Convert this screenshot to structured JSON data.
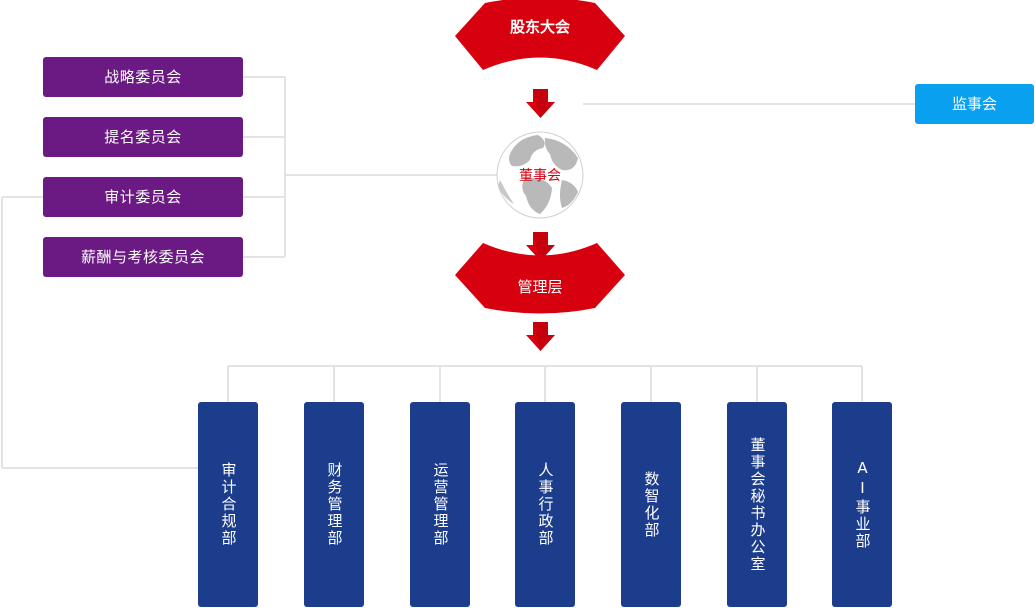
{
  "colors": {
    "committee_bg": "#6a1a82",
    "dept_bg": "#1c3c8c",
    "supervisor_bg": "#0aa0f0",
    "banner_red": "#d7000f",
    "arrow_red": "#d7000f",
    "connector": "#e3e3e3",
    "globe_gray": "#b9b9b9",
    "board_text": "#d7000f"
  },
  "top_banner": {
    "label": "股东大会"
  },
  "board": {
    "label": "董事会",
    "icon": "globe-icon"
  },
  "management": {
    "label": "管理层"
  },
  "supervisor": {
    "label": "监事会"
  },
  "committees": [
    {
      "label": "战略委员会"
    },
    {
      "label": "提名委员会"
    },
    {
      "label": "审计委员会"
    },
    {
      "label": "薪酬与考核委员会"
    }
  ],
  "departments": [
    {
      "label": "审计合规部"
    },
    {
      "label": "财务管理部"
    },
    {
      "label": "运营管理部"
    },
    {
      "label": "人事行政部"
    },
    {
      "label": "数智化部"
    },
    {
      "label": "董事会秘书办公室"
    },
    {
      "label": "AI事业部"
    }
  ]
}
